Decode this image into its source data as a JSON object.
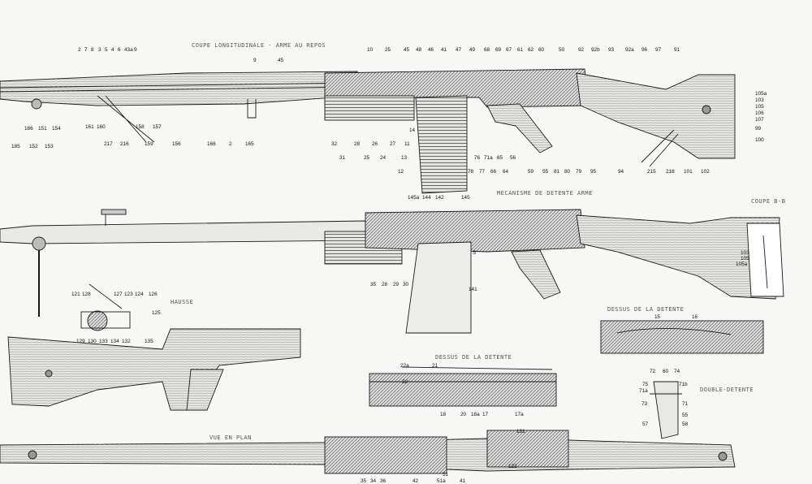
{
  "captions": {
    "main_section": "COUPE LONGITUDINALE - ARME AU REPOS",
    "mid_section": "MECANISME DE DETENTE ARME",
    "inset_right": "COUPE B-B",
    "butt_group": "HAUSSE",
    "bolt_side": "DESSUS DE LA DETENTE",
    "carrier_top": "DESSUS DE LA DETENTE",
    "trigger_group": "DOUBLE-DETENTE",
    "bottom_view": "VUE EN PLAN"
  },
  "part_numbers": {
    "top_row": [
      "2",
      "7",
      "8",
      "3",
      "5",
      "4",
      "6",
      "43a",
      "9",
      "10",
      "25",
      "45",
      "48",
      "46",
      "41",
      "47",
      "49",
      "68",
      "69",
      "67",
      "61",
      "62",
      "60",
      "50",
      "92",
      "92b",
      "93",
      "92a",
      "96",
      "97",
      "91"
    ],
    "top_sub": [
      "9",
      "45"
    ],
    "right_column": [
      "105a",
      "103",
      "105",
      "106",
      "107",
      "99",
      "100"
    ],
    "bottom_row_left": [
      "185",
      "152",
      "153",
      "217",
      "216",
      "159",
      "156",
      "166",
      "2",
      "165"
    ],
    "bottom_row_mid": [
      "186",
      "151",
      "154",
      "161",
      "160",
      "158",
      "157"
    ],
    "bottom_row_center": [
      "32",
      "28",
      "25",
      "24",
      "27",
      "11",
      "31",
      "26",
      "13",
      "14",
      "12"
    ],
    "bottom_row_right": [
      "76",
      "71a",
      "65",
      "56",
      "78",
      "77",
      "66",
      "64",
      "59",
      "55",
      "81",
      "80",
      "79",
      "95",
      "94",
      "215",
      "218",
      "101",
      "102"
    ],
    "magazine": [
      "145a",
      "144",
      "142",
      "145"
    ],
    "mid_gun": [
      "35",
      "28",
      "29",
      "30",
      "141",
      "103",
      "105",
      "105a",
      "S"
    ],
    "sight": [
      "121",
      "128",
      "127",
      "123",
      "124",
      "126",
      "125",
      "129",
      "130",
      "133",
      "134",
      "132",
      "135"
    ],
    "carrier_group": [
      "16",
      "15"
    ],
    "bolt": [
      "22a",
      "21",
      "22",
      "18",
      "20",
      "18a",
      "17",
      "17a"
    ],
    "trigger": [
      "72",
      "60",
      "74",
      "75",
      "71a",
      "71b",
      "73",
      "71",
      "55",
      "57",
      "58"
    ],
    "bottom_view": [
      "131",
      "35",
      "34",
      "36",
      "42",
      "51a",
      "51",
      "41",
      "122"
    ]
  },
  "colors": {
    "ink": "#1a1a1a",
    "wood": "#8a8a86",
    "paper": "#f7f7f5"
  }
}
